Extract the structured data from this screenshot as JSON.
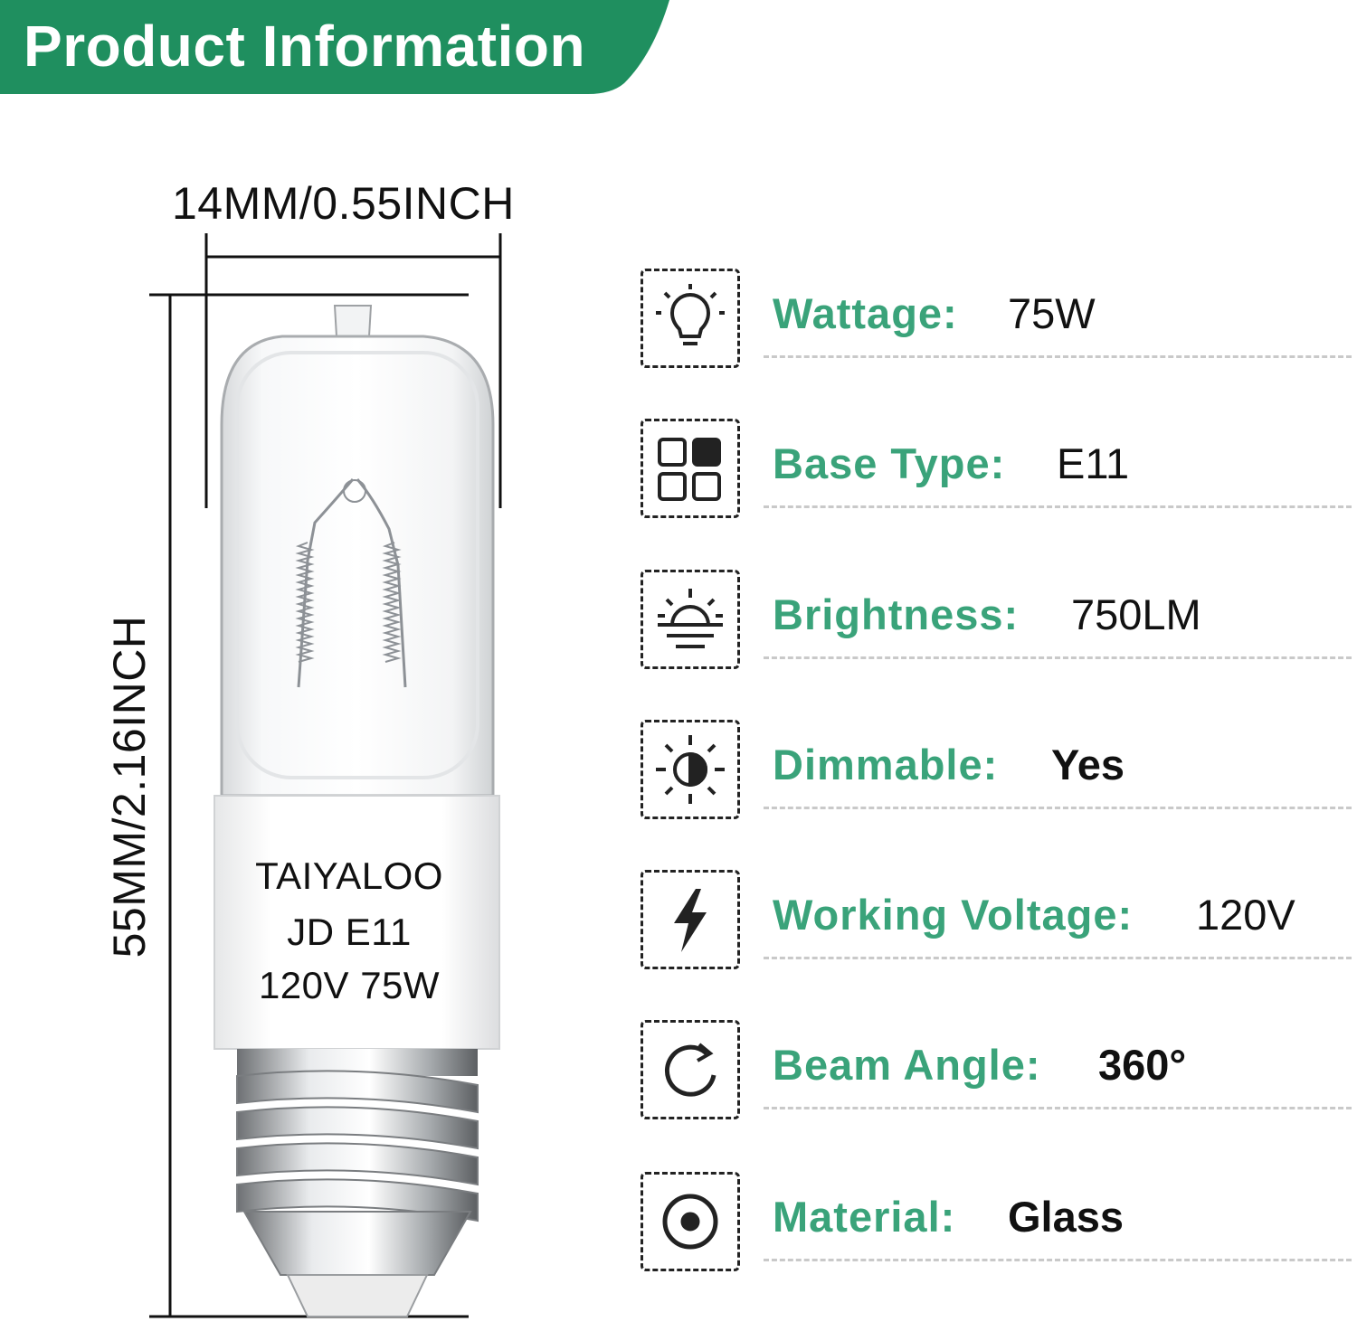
{
  "banner": {
    "title": "Product Information",
    "color": "#1f8f5f"
  },
  "dimensions": {
    "width_label": "14MM/0.55INCH",
    "height_label": "55MM/2.16INCH"
  },
  "bulb_label": {
    "line1": "TAIYALOO",
    "line2": "JD E11",
    "line3": "120V 75W"
  },
  "specs": [
    {
      "key": "Wattage:",
      "value": "75W",
      "icon": "bulb-icon"
    },
    {
      "key": "Base Type:",
      "value": "E11",
      "icon": "grid-icon"
    },
    {
      "key": "Brightness:",
      "value": "750LM",
      "icon": "sunrise-icon"
    },
    {
      "key": "Dimmable:",
      "value": "Yes",
      "icon": "half-sun-icon"
    },
    {
      "key": "Working Voltage:",
      "value": "120V",
      "icon": "lightning-icon"
    },
    {
      "key": "Beam Angle:",
      "value": "360°",
      "icon": "rotate-icon"
    },
    {
      "key": "Material:",
      "value": "Glass",
      "icon": "target-icon"
    }
  ],
  "colors": {
    "accent": "#3aa37a",
    "text": "#111111",
    "divider": "#c9c9c9"
  }
}
